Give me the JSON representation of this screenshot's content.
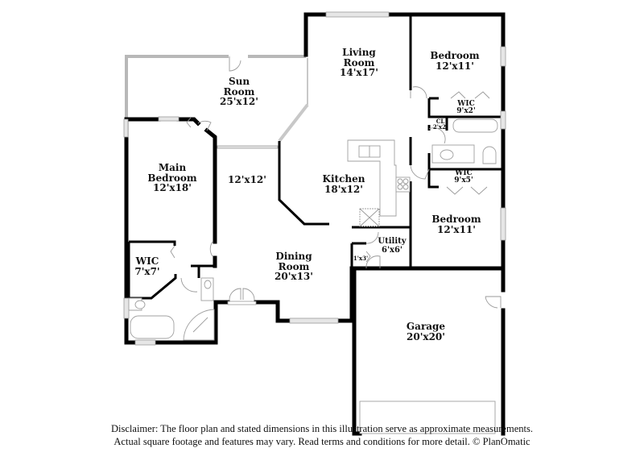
{
  "rooms": [
    {
      "id": "sun-room",
      "name": "Sun\nRoom",
      "dims": "25'x12'"
    },
    {
      "id": "living-room",
      "name": "Living\nRoom",
      "dims": "14'x17'"
    },
    {
      "id": "bedroom-1",
      "name": "Bedroom",
      "dims": "12'x11'"
    },
    {
      "id": "wic-1",
      "name": "WIC",
      "dims": "9'x2'"
    },
    {
      "id": "closet",
      "name": "CL",
      "dims": "2'x2'"
    },
    {
      "id": "main-bedroom",
      "name": "Main\nBedroom",
      "dims": "12'x18'"
    },
    {
      "id": "flex-room",
      "name": "",
      "dims": "12'x12'"
    },
    {
      "id": "kitchen",
      "name": "Kitchen",
      "dims": "18'x12'"
    },
    {
      "id": "wic-2",
      "name": "WIC",
      "dims": "9'x5'"
    },
    {
      "id": "bedroom-2",
      "name": "Bedroom",
      "dims": "12'x11'"
    },
    {
      "id": "utility",
      "name": "Utility",
      "dims": "6'x6'"
    },
    {
      "id": "pantry",
      "name": "",
      "dims": "1'x3'"
    },
    {
      "id": "wic-3",
      "name": "WIC",
      "dims": "7'x7'"
    },
    {
      "id": "dining-room",
      "name": "Dining\nRoom",
      "dims": "20'x13'"
    },
    {
      "id": "garage",
      "name": "Garage",
      "dims": "20'x20'"
    }
  ],
  "labels": {
    "sun_room": {
      "l1": "Sun",
      "l2": "Room",
      "dims": "25'x12'"
    },
    "living_room": {
      "l1": "Living",
      "l2": "Room",
      "dims": "14'x17'"
    },
    "bedroom_1": {
      "l1": "Bedroom",
      "dims": "12'x11'"
    },
    "wic_1": {
      "l1": "WIC",
      "dims": "9'x2'"
    },
    "closet": {
      "l1": "CL",
      "dims": "2'x2'"
    },
    "main_bedroom": {
      "l1": "Main",
      "l2": "Bedroom",
      "dims": "12'x18'"
    },
    "flex_room": {
      "dims": "12'x12'"
    },
    "kitchen": {
      "l1": "Kitchen",
      "dims": "18'x12'"
    },
    "wic_2": {
      "l1": "WIC",
      "dims": "9'x5'"
    },
    "bedroom_2": {
      "l1": "Bedroom",
      "dims": "12'x11'"
    },
    "utility": {
      "l1": "Utility",
      "dims": "6'x6'"
    },
    "pantry": {
      "dims": "1'x3'"
    },
    "wic_3": {
      "l1": "WIC",
      "dims": "7'x7'"
    },
    "dining_room": {
      "l1": "Dining",
      "l2": "Room",
      "dims": "20'x13'"
    },
    "garage": {
      "l1": "Garage",
      "dims": "20'x20'"
    }
  },
  "disclaimer": {
    "line1": "Disclaimer: The floor plan and stated dimensions in this illustration serve as approximate measurements.",
    "line2": "Actual square footage and features may vary. Read terms and conditions for more detail. © PlanOmatic"
  },
  "colors": {
    "wall": "#000000",
    "window": "#e6e6e6",
    "fixture": "#a0a0a0",
    "background": "#ffffff"
  }
}
